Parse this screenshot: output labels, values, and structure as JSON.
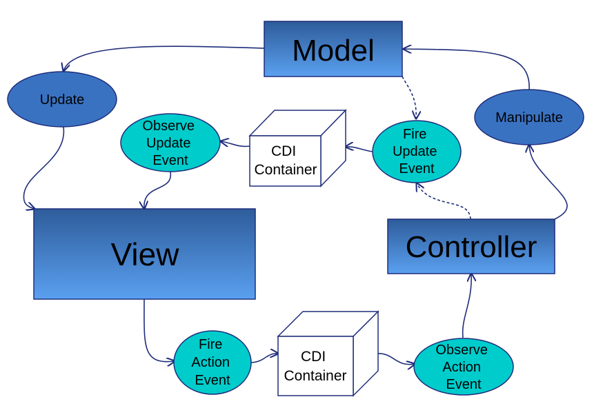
{
  "colors": {
    "box_top": "#2e5c9a",
    "box_bottom": "#5aa0f0",
    "ellipse_dark": "#3a72c2",
    "ellipse_teal": "#00cccc",
    "stroke": "#1f2d7a"
  },
  "components": {
    "model": "Model",
    "view": "View",
    "controller": "Controller"
  },
  "actions": {
    "update": "Update",
    "manipulate": "Manipulate"
  },
  "events": {
    "observe_update": [
      "Observe",
      "Update",
      "Event"
    ],
    "fire_update": [
      "Fire",
      "Update",
      "Event"
    ],
    "fire_action": [
      "Fire",
      "Action",
      "Event"
    ],
    "observe_action": [
      "Observe",
      "Action",
      "Event"
    ]
  },
  "containers": {
    "top": [
      "CDI",
      "Container"
    ],
    "bottom": [
      "CDI",
      "Container"
    ]
  }
}
